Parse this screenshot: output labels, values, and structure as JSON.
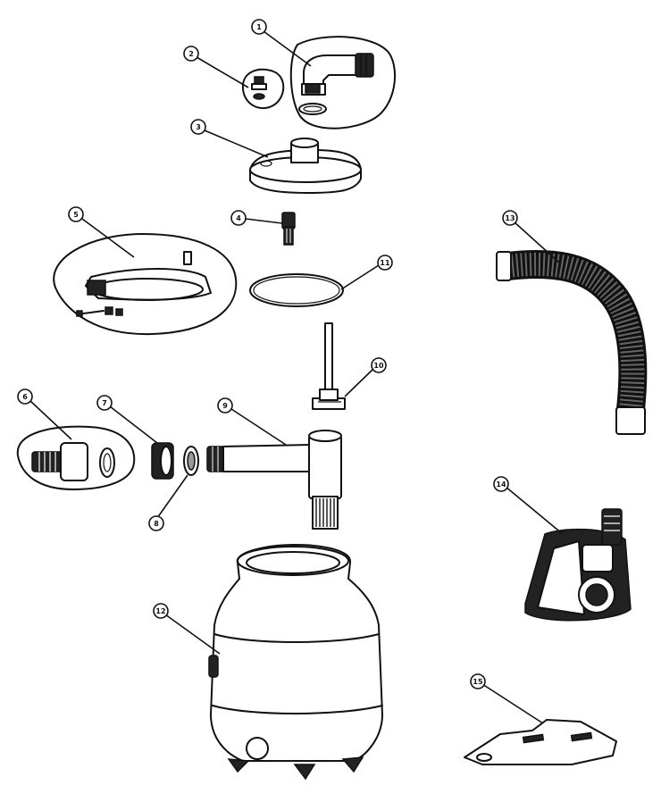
{
  "parts": [
    {
      "id": "part-1",
      "number": "1",
      "icon": "elbow-fitting-icon"
    },
    {
      "id": "part-2",
      "number": "2",
      "icon": "air-release-valve-icon"
    },
    {
      "id": "part-3",
      "number": "3",
      "icon": "tank-lid-icon"
    },
    {
      "id": "part-4",
      "number": "4",
      "icon": "lid-strainer-icon"
    },
    {
      "id": "part-5",
      "number": "5",
      "icon": "tank-clamp-icon"
    },
    {
      "id": "part-6",
      "number": "6",
      "icon": "hose-adapter-icon"
    },
    {
      "id": "part-7",
      "number": "7",
      "icon": "nut-icon"
    },
    {
      "id": "part-8",
      "number": "8",
      "icon": "washer-icon"
    },
    {
      "id": "part-9",
      "number": "9",
      "icon": "manifold-pipe-icon"
    },
    {
      "id": "part-10",
      "number": "10",
      "icon": "center-pipe-icon"
    },
    {
      "id": "part-11",
      "number": "11",
      "icon": "o-ring-icon"
    },
    {
      "id": "part-12",
      "number": "12",
      "icon": "filter-tank-icon"
    },
    {
      "id": "part-13",
      "number": "13",
      "icon": "hose-icon"
    },
    {
      "id": "part-14",
      "number": "14",
      "icon": "pump-icon"
    },
    {
      "id": "part-15",
      "number": "15",
      "icon": "mounting-bracket-icon"
    }
  ]
}
